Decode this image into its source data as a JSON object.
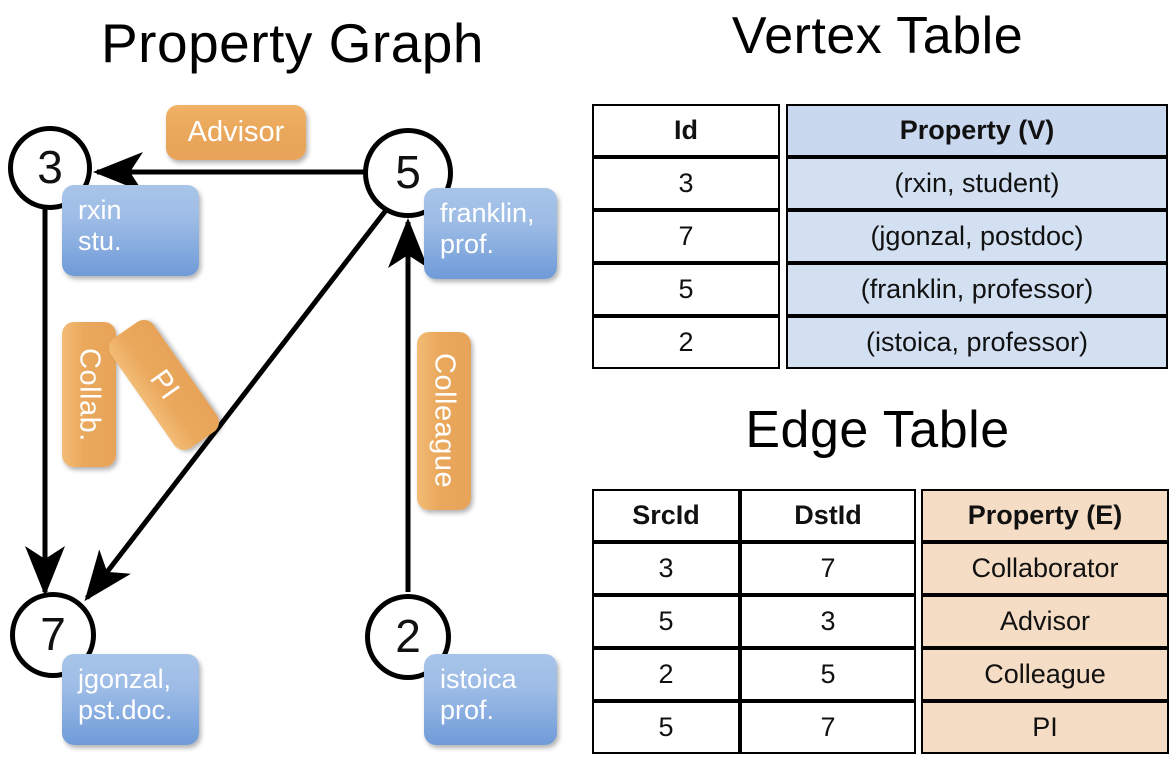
{
  "titles": {
    "property_graph": "Property Graph",
    "vertex_table": "Vertex Table",
    "edge_table": "Edge Table"
  },
  "colors": {
    "vertex_fill": "#ffffff",
    "vertex_stroke": "#000000",
    "property_box_blue": "#9dbce6",
    "edge_label_orange": "#eaa85c",
    "vertex_table_header": "#c9d8ef",
    "vertex_table_cell": "#d3e0f2",
    "edge_table_header": "#f5dcc4",
    "edge_table_cell": "#f5dcc4",
    "text_on_box": "#ffffff",
    "text_dark": "#111111"
  },
  "graph": {
    "vertices": [
      {
        "id": "3",
        "property_line1": "rxin",
        "property_line2": "stu."
      },
      {
        "id": "5",
        "property_line1": "franklin,",
        "property_line2": "prof."
      },
      {
        "id": "7",
        "property_line1": "jgonzal,",
        "property_line2": "pst.doc."
      },
      {
        "id": "2",
        "property_line1": "istoica",
        "property_line2": "prof."
      }
    ],
    "edge_labels": [
      {
        "name": "advisor",
        "text": "Advisor",
        "orientation": "horizontal"
      },
      {
        "name": "collab",
        "text": "Collab.",
        "orientation": "vertical"
      },
      {
        "name": "pi",
        "text": "PI",
        "orientation": "rotated"
      },
      {
        "name": "colleague",
        "text": "Colleague",
        "orientation": "vertical"
      }
    ],
    "edges": [
      {
        "src": "5",
        "dst": "3",
        "label": "Advisor"
      },
      {
        "src": "3",
        "dst": "7",
        "label": "Collab."
      },
      {
        "src": "5",
        "dst": "7",
        "label": "PI"
      },
      {
        "src": "2",
        "dst": "5",
        "label": "Colleague"
      }
    ]
  },
  "vertex_table": {
    "columns": [
      "Id",
      "Property (V)"
    ],
    "rows": [
      {
        "id": "3",
        "property": "(rxin, student)"
      },
      {
        "id": "7",
        "property": "(jgonzal, postdoc)"
      },
      {
        "id": "5",
        "property": "(franklin, professor)"
      },
      {
        "id": "2",
        "property": "(istoica, professor)"
      }
    ]
  },
  "edge_table": {
    "columns": [
      "SrcId",
      "DstId",
      "Property (E)"
    ],
    "rows": [
      {
        "src": "3",
        "dst": "7",
        "property": "Collaborator"
      },
      {
        "src": "5",
        "dst": "3",
        "property": "Advisor"
      },
      {
        "src": "2",
        "dst": "5",
        "property": "Colleague"
      },
      {
        "src": "5",
        "dst": "7",
        "property": "PI"
      }
    ]
  }
}
